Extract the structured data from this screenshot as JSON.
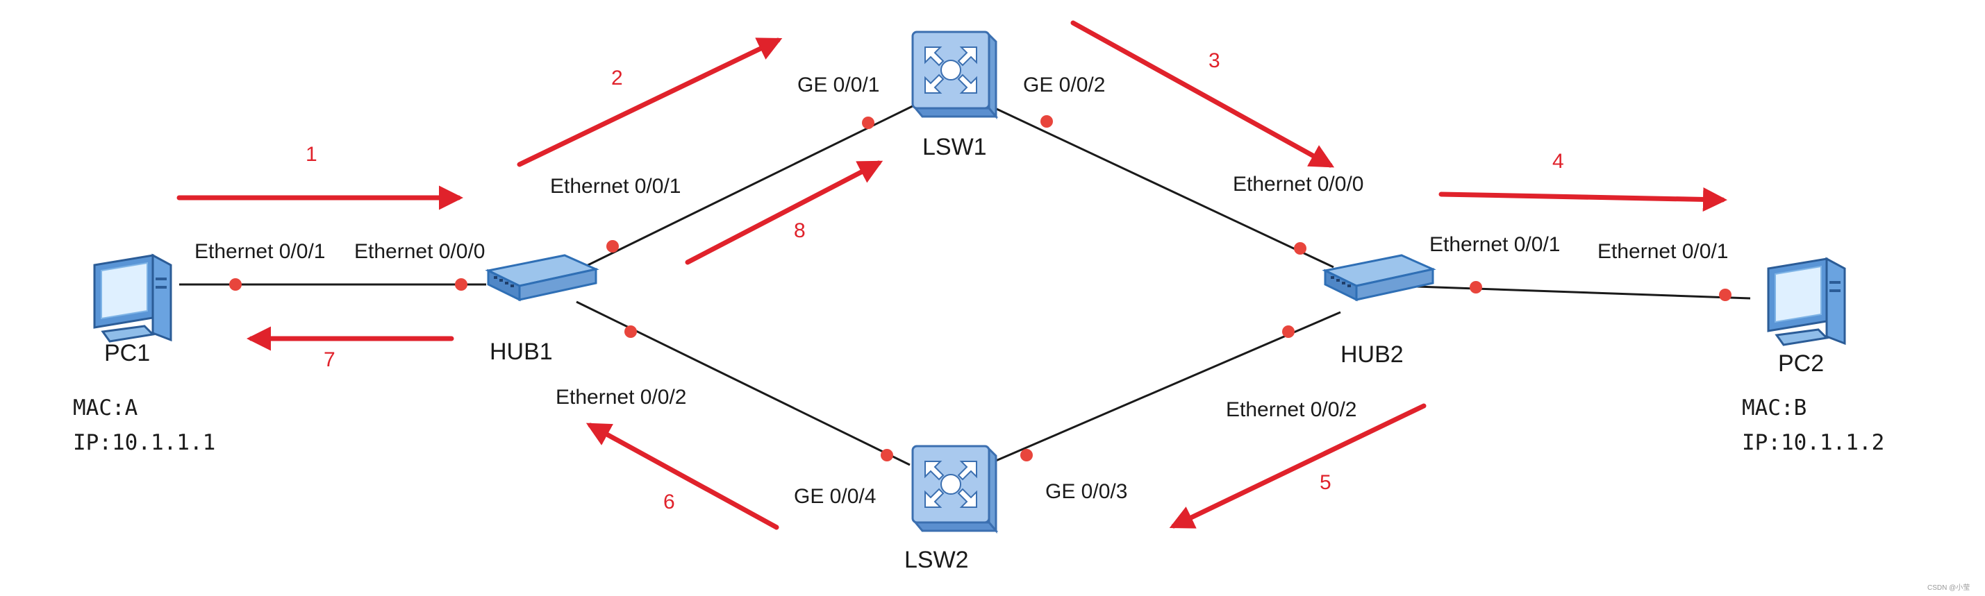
{
  "colors": {
    "arrow": "#e0222b",
    "link": "#1a1a1a",
    "port_dot": "#e8453c",
    "device_blue": "#3f8fd8"
  },
  "devices": {
    "pc1": {
      "name": "PC1",
      "mac": "MAC:A",
      "ip": "IP:10.1.1.1",
      "icon": "pc-icon"
    },
    "pc2": {
      "name": "PC2",
      "mac": "MAC:B",
      "ip": "IP:10.1.1.2",
      "icon": "pc-icon"
    },
    "hub1": {
      "name": "HUB1",
      "icon": "hub-icon"
    },
    "hub2": {
      "name": "HUB2",
      "icon": "hub-icon"
    },
    "lsw1": {
      "name": "LSW1",
      "icon": "switch-icon"
    },
    "lsw2": {
      "name": "LSW2",
      "icon": "switch-icon"
    }
  },
  "ports": {
    "pc1": "Ethernet 0/0/1",
    "hub1_p0": "Ethernet 0/0/0",
    "hub1_p1": "Ethernet 0/0/1",
    "hub1_p2": "Ethernet 0/0/2",
    "lsw1_g1": "GE 0/0/1",
    "lsw1_g2": "GE 0/0/2",
    "lsw2_g4": "GE 0/0/4",
    "lsw2_g3": "GE 0/0/3",
    "hub2_p0": "Ethernet 0/0/0",
    "hub2_p1": "Ethernet 0/0/1",
    "hub2_p2": "Ethernet 0/0/2",
    "pc2": "Ethernet 0/0/1"
  },
  "steps": [
    "1",
    "2",
    "3",
    "4",
    "5",
    "6",
    "7",
    "8"
  ],
  "watermark": "CSDN @小莹"
}
